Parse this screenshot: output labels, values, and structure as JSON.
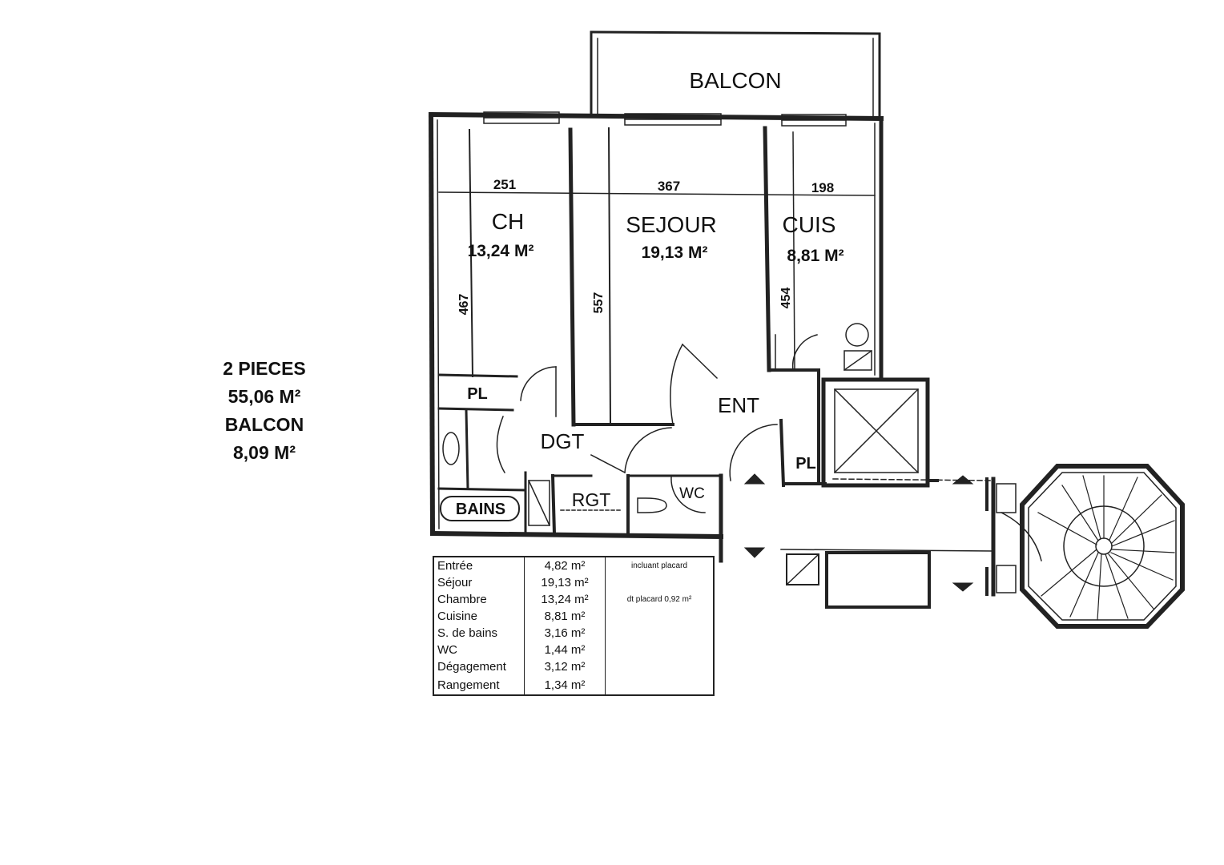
{
  "summary": {
    "line1": "2 PIECES",
    "line2": "55,06 M²",
    "line3": "BALCON",
    "line4": "8,09 M²"
  },
  "rooms": {
    "balcon": "BALCON",
    "ch": {
      "name": "CH",
      "area": "13,24 M²"
    },
    "sejour": {
      "name": "SEJOUR",
      "area": "19,13 M²"
    },
    "cuis": {
      "name": "CUIS",
      "area": "8,81 M²"
    },
    "ent": "ENT",
    "dgt": "DGT",
    "rgt": "RGT",
    "wc": "WC",
    "bains": "BAINS",
    "pl_ch": "PL",
    "pl_ent": "PL"
  },
  "dimensions": {
    "width_ch": "251",
    "width_sejour": "367",
    "width_cuis": "198",
    "depth_ch": "467",
    "depth_sejour": "557",
    "depth_cuis": "454"
  },
  "area_table": [
    {
      "room": "Entrée",
      "area": "4,82 m²",
      "note": "incluant placard"
    },
    {
      "room": "Séjour",
      "area": "19,13 m²",
      "note": ""
    },
    {
      "room": "Chambre",
      "area": "13,24 m²",
      "note": "dt placard 0,92 m²"
    },
    {
      "room": "Cuisine",
      "area": "8,81 m²",
      "note": ""
    },
    {
      "room": "S. de bains",
      "area": "3,16 m²",
      "note": ""
    },
    {
      "room": "WC",
      "area": "1,44 m²",
      "note": ""
    },
    {
      "room": "Dégagement",
      "area": "3,12 m²",
      "note": ""
    },
    {
      "room": "Rangement",
      "area": "1,34 m²",
      "note": ""
    }
  ]
}
